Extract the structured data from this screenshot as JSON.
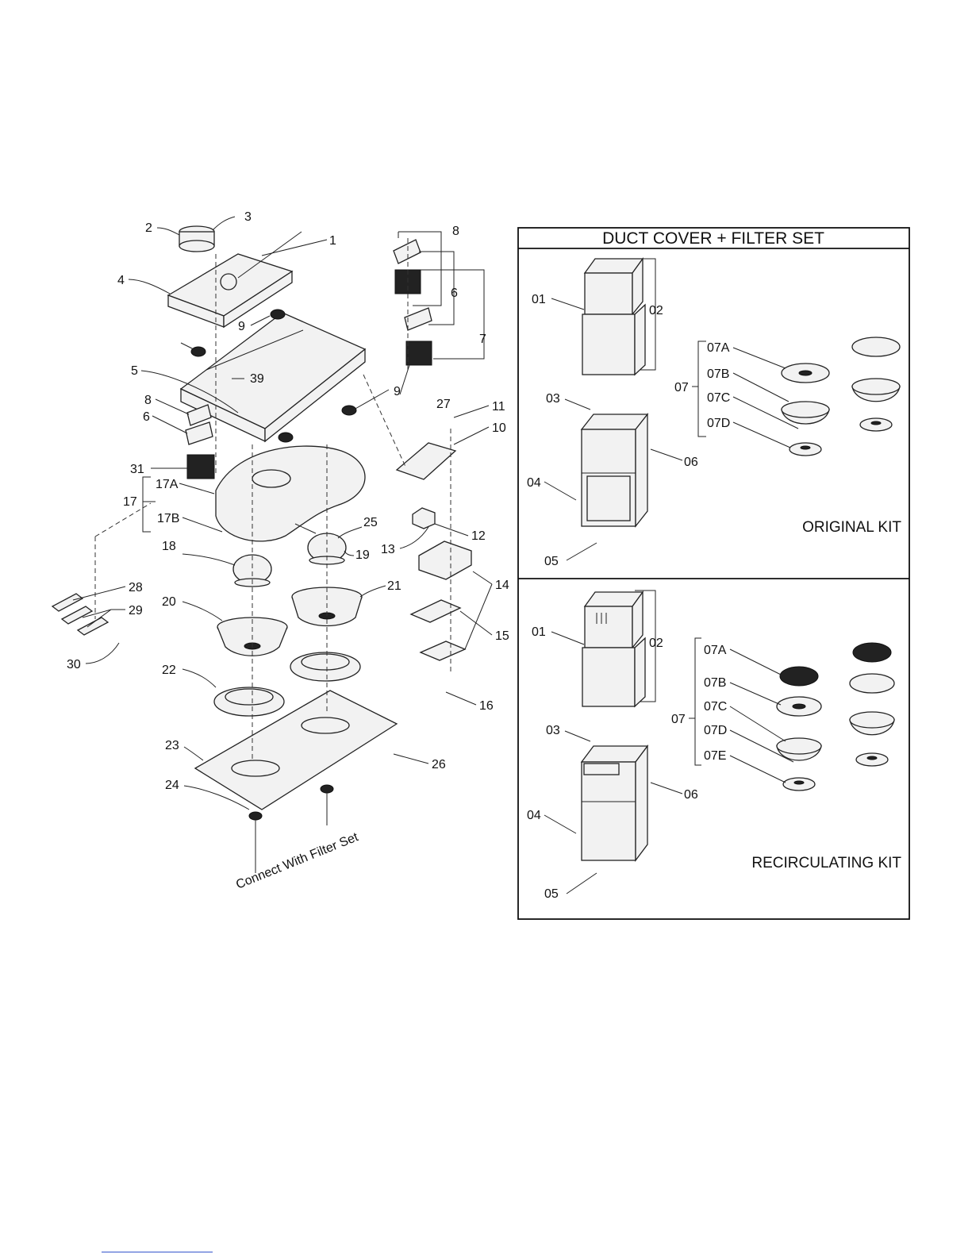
{
  "panel": {
    "title": "DUCT COVER + FILTER SET",
    "original_kit": "ORIGINAL KIT",
    "recirculating_kit": "RECIRCULATING KIT"
  },
  "labels": {
    "p1": "1",
    "p2": "2",
    "p3": "3",
    "p4": "4",
    "p5": "5",
    "p6a": "6",
    "p6b": "6",
    "p7": "7",
    "p8a": "8",
    "p8b": "8",
    "p9a": "9",
    "p9b": "9",
    "p10": "10",
    "p11": "11",
    "p12": "12",
    "p13": "13",
    "p14": "14",
    "p15": "15",
    "p16": "16",
    "p17": "17",
    "p17a": "17A",
    "p17b": "17B",
    "p18": "18",
    "p19": "19",
    "p20": "20",
    "p21": "21",
    "p22": "22",
    "p23": "23",
    "p24": "24",
    "p25": "25",
    "p26": "26",
    "p27": "27",
    "p28": "28",
    "p29": "29",
    "p30": "30",
    "p31": "31",
    "p39": "39"
  },
  "caption": "Connect With Filter Set",
  "original": {
    "c01": "01",
    "c02": "02",
    "c03": "03",
    "c04": "04",
    "c05": "05",
    "c06": "06",
    "c07": "07",
    "c07a": "07A",
    "c07b": "07B",
    "c07c": "07C",
    "c07d": "07D"
  },
  "recirc": {
    "c01": "01",
    "c02": "02",
    "c03": "03",
    "c04": "04",
    "c05": "05",
    "c06": "06",
    "c07": "07",
    "c07a": "07A",
    "c07b": "07B",
    "c07c": "07C",
    "c07d": "07D",
    "c07e": "07E"
  }
}
